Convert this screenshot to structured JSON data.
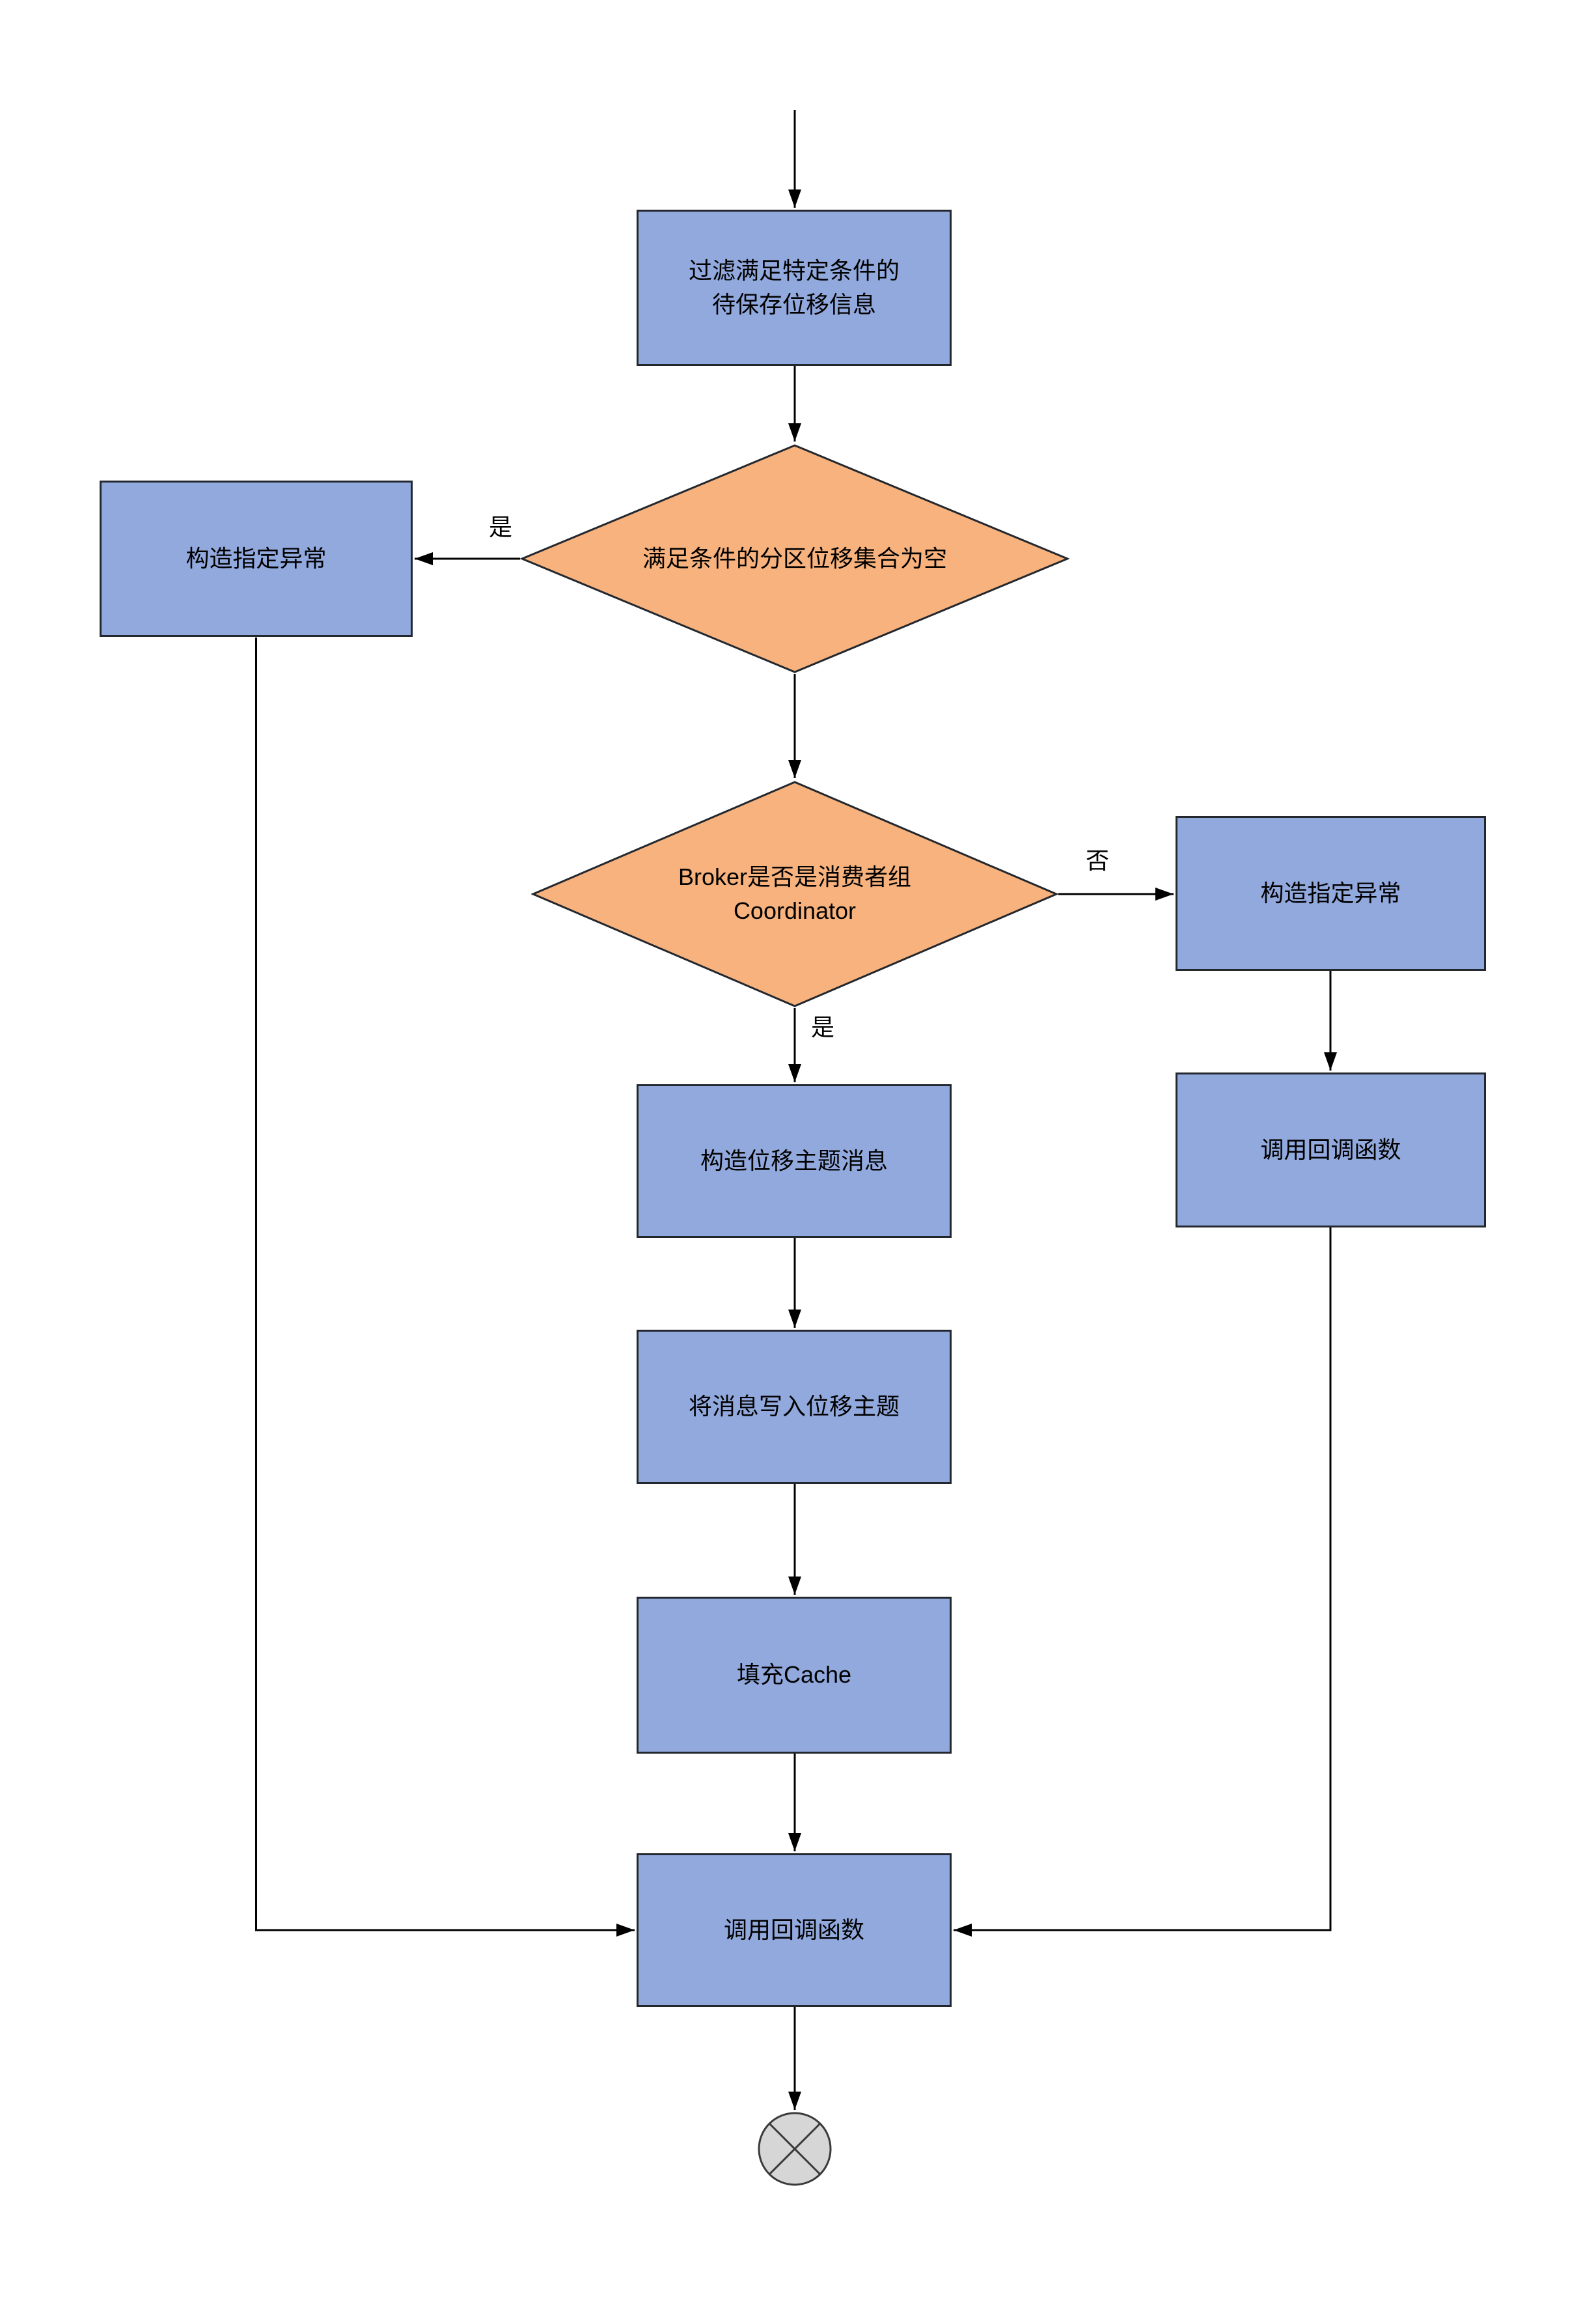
{
  "diagram": {
    "colors": {
      "canvas_bg": "#FFFFFF",
      "text_color": "#000000",
      "line_color": "#000000",
      "box_fill": "#92A9DE",
      "box_border": "#23272E",
      "diamond_fill": "#F7B27D",
      "diamond_border": "#23272E",
      "end_fill": "#D6D6D6",
      "end_border": "#3A3A3A"
    },
    "nodes": {
      "filter_offsets": {
        "type": "process",
        "label": "过滤满足特定条件的\n待保存位移信息"
      },
      "offsets_empty": {
        "type": "decision",
        "label": "满足条件的分区位移集合为空"
      },
      "exception_left": {
        "type": "process",
        "label": "构造指定异常"
      },
      "coordinator_check": {
        "type": "decision",
        "label": "Broker是否是消费者组\nCoordinator"
      },
      "exception_right": {
        "type": "process",
        "label": "构造指定异常"
      },
      "callback_right": {
        "type": "process",
        "label": "调用回调函数"
      },
      "build_offset_message": {
        "type": "process",
        "label": "构造位移主题消息"
      },
      "write_offset_topic": {
        "type": "process",
        "label": "将消息写入位移主题"
      },
      "fill_cache": {
        "type": "process",
        "label": "填充Cache"
      },
      "callback_final": {
        "type": "process",
        "label": "调用回调函数"
      },
      "end_terminator": {
        "type": "terminator",
        "label": ""
      }
    },
    "edge_labels": {
      "yes_left": "是",
      "no_right": "否",
      "yes_down": "是"
    }
  }
}
